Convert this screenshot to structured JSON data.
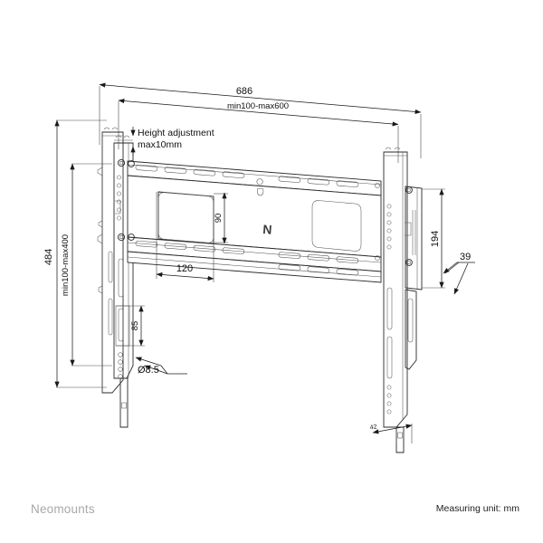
{
  "document": {
    "type": "technical-drawing",
    "subject": "flat screen wall mount bracket",
    "background_color": "#ffffff",
    "line_color": "#2a2a2a"
  },
  "dimensions": {
    "overall_width": "686",
    "mounting_width_range": "min100-max600",
    "overall_height": "484",
    "mounting_height_range": "min100-max400",
    "cutout_height": "90",
    "cutout_offset": "120",
    "slot_height": "85",
    "hole_diameter": "Ø8.5",
    "right_bracket_height": "194",
    "depth": "39",
    "plate_thickness": "42"
  },
  "notes": {
    "height_adjustment_line1": "Height adjustment",
    "height_adjustment_line2": "max10mm"
  },
  "logo": {
    "plate_mark": "N"
  },
  "footer": {
    "brand": "Neomounts",
    "measuring_unit": "Measuring unit: mm"
  }
}
